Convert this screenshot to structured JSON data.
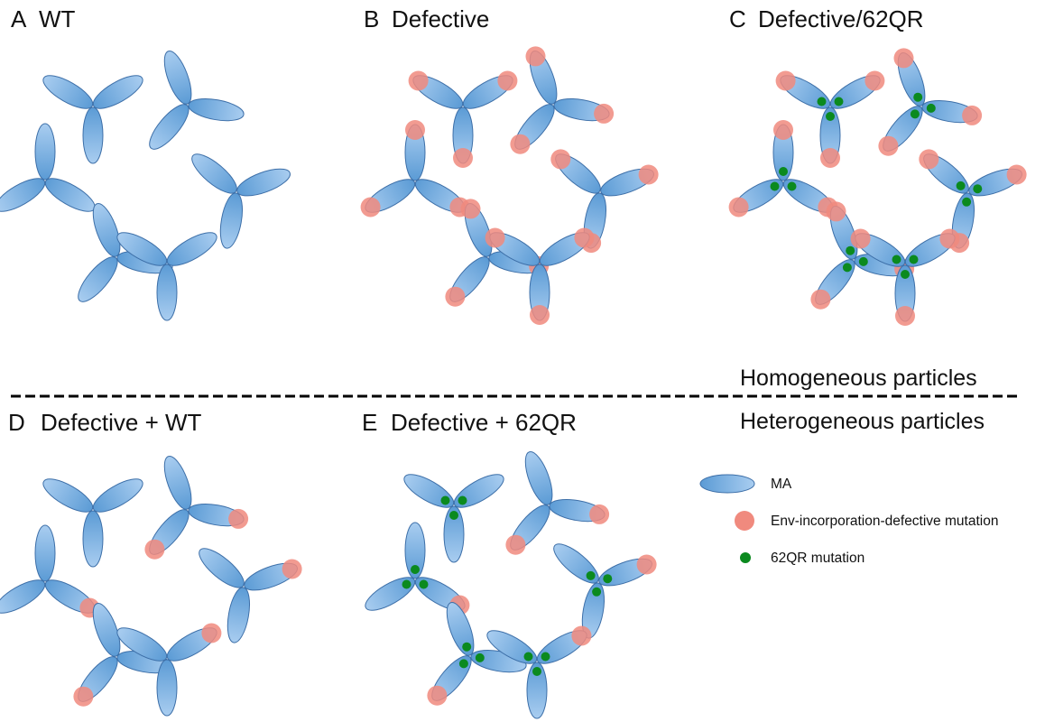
{
  "colors": {
    "ma_fill": "#5b9bd5",
    "ma_fill_light": "#a9cdf0",
    "ma_stroke": "#3d6fa8",
    "env_defect_mutation": "#f08a7e",
    "mutation_62qr": "#0b8a1f",
    "divider": "#000000"
  },
  "panels": [
    {
      "id": "A",
      "letter": "A",
      "title": "WT",
      "env_defect": "none",
      "mutation_62qr": false
    },
    {
      "id": "B",
      "letter": "B",
      "title": "Defective",
      "env_defect": "all",
      "mutation_62qr": false
    },
    {
      "id": "C",
      "letter": "C",
      "title": "Defective/62QR",
      "env_defect": "all",
      "mutation_62qr": true
    },
    {
      "id": "D",
      "letter": "D",
      "title": "Defective + WT",
      "env_defect": "mixed",
      "mutation_62qr": false
    },
    {
      "id": "E",
      "letter": "E",
      "title": "Defective + 62QR",
      "env_defect": "mixed",
      "mutation_62qr": "mixed"
    }
  ],
  "sections": {
    "homogeneous": "Homogeneous particles",
    "heterogeneous": "Heterogeneous particles"
  },
  "legend": [
    {
      "symbol": "ma-ellipse",
      "label": "MA"
    },
    {
      "symbol": "pink-dot",
      "label": "Env-incorporation-defective mutation"
    },
    {
      "symbol": "green-dot",
      "label": "62QR mutation"
    }
  ]
}
